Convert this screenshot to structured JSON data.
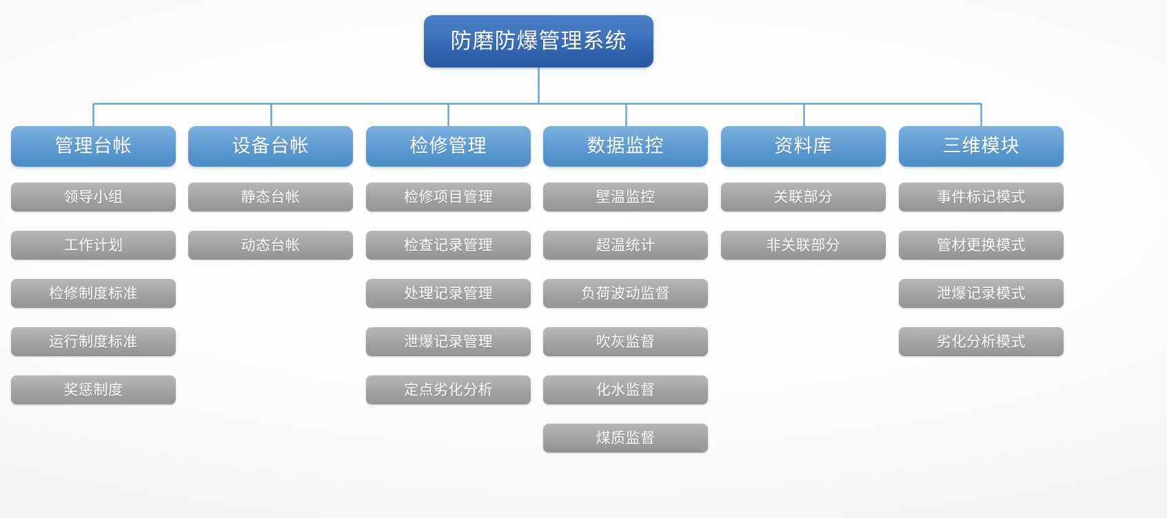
{
  "diagram": {
    "type": "organization-tree",
    "title": "防磨防爆管理系统",
    "accent_color": "#3f74bf",
    "level2_color": "#5a97d0",
    "leaf_color": "#a5a5a5",
    "background_color": "#f6f6f6",
    "root": {
      "label": "防磨防爆管理系统"
    },
    "branches": [
      {
        "label": "管理台帐",
        "children": [
          {
            "label": "领导小组"
          },
          {
            "label": "工作计划"
          },
          {
            "label": "检修制度标准"
          },
          {
            "label": "运行制度标准"
          },
          {
            "label": "奖惩制度"
          }
        ]
      },
      {
        "label": "设备台帐",
        "children": [
          {
            "label": "静态台帐"
          },
          {
            "label": "动态台帐"
          }
        ]
      },
      {
        "label": "检修管理",
        "children": [
          {
            "label": "检修项目管理"
          },
          {
            "label": "检查记录管理"
          },
          {
            "label": "处理记录管理"
          },
          {
            "label": "泄爆记录管理"
          },
          {
            "label": "定点劣化分析"
          }
        ]
      },
      {
        "label": "数据监控",
        "children": [
          {
            "label": "壁温监控"
          },
          {
            "label": "超温统计"
          },
          {
            "label": "负荷波动监督"
          },
          {
            "label": "吹灰监督"
          },
          {
            "label": "化水监督"
          },
          {
            "label": "煤质监督"
          }
        ]
      },
      {
        "label": "资料库",
        "children": [
          {
            "label": "关联部分"
          },
          {
            "label": "非关联部分"
          }
        ]
      },
      {
        "label": "三维模块",
        "children": [
          {
            "label": "事件标记模式"
          },
          {
            "label": "管材更换模式"
          },
          {
            "label": "泄爆记录模式"
          },
          {
            "label": "劣化分析模式"
          }
        ]
      }
    ]
  }
}
